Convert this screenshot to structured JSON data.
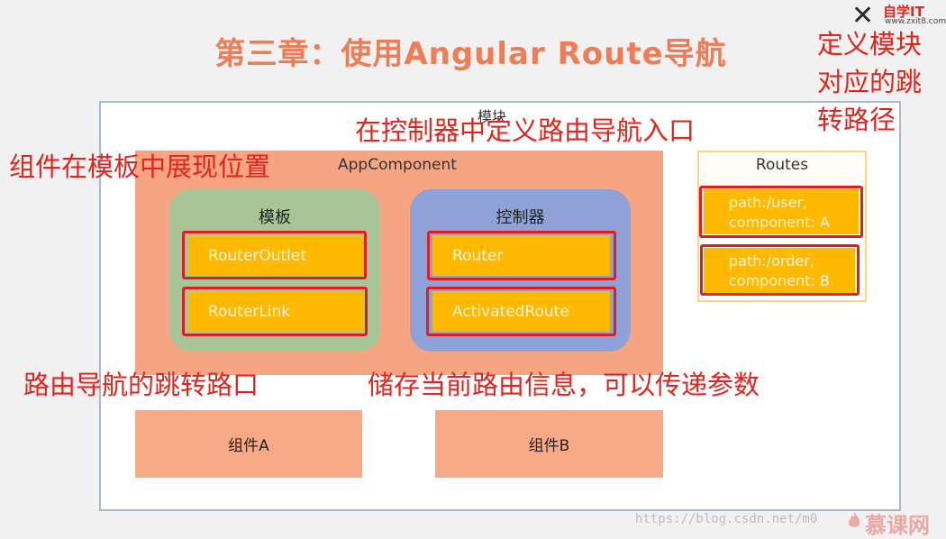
{
  "title": "第三章：使用Angular Route导航",
  "logo": {
    "brand": "自学IT",
    "url": "www.zxit8.com"
  },
  "diagram": {
    "module_label": "模块",
    "app_component_label": "AppComponent",
    "template_label": "模板",
    "controller_label": "控制器",
    "template_items": [
      "RouterOutlet",
      "RouterLink"
    ],
    "controller_items": [
      "Router",
      "ActivatedRoute"
    ],
    "routes_label": "Routes",
    "routes": [
      {
        "line1": "path:/user,",
        "line2": "component: A"
      },
      {
        "line1": "path:/order,",
        "line2": "component: B"
      }
    ],
    "components": [
      "组件A",
      "组件B"
    ]
  },
  "annotations": {
    "routes_note": [
      "定义模块",
      "对应的跳",
      "转路径"
    ],
    "controller_note": "在控制器中定义路由导航入口",
    "outlet_note": "组件在模板中展现位置",
    "link_note": "路由导航的跳转路口",
    "activated_note": "储存当前路由信息，可以传递参数"
  },
  "watermark": {
    "url": "https://blog.csdn.net/m0",
    "brand": "慕课网"
  },
  "colors": {
    "title": "#ee7d55",
    "annotation": "#e3241c",
    "app_component": "#f6a07c",
    "template": "#a7c597",
    "controller": "#8fa2d8",
    "item": "#ffba00",
    "highlight_frame": "#e21d1d"
  }
}
